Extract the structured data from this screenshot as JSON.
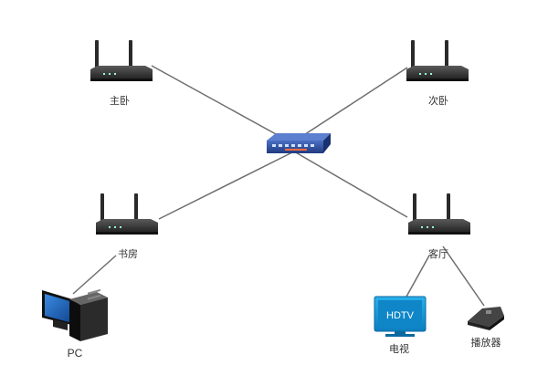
{
  "colors": {
    "link": "#6e6e6e",
    "router_body": "#3a3a3a",
    "router_top": "#555555",
    "switch_body": "#2f4f9e",
    "monitor_blue": "#1a9ad8",
    "pc_blue": "#1565c0"
  },
  "nodes": {
    "master_bedroom": {
      "label": "主卧",
      "icon": "wifi-router-icon"
    },
    "second_bedroom": {
      "label": "次卧",
      "icon": "wifi-router-icon"
    },
    "study": {
      "label": "书房",
      "icon": "wifi-router-icon"
    },
    "living_room": {
      "label": "客厅",
      "icon": "wifi-router-icon"
    },
    "switch": {
      "label": "",
      "icon": "network-switch-icon"
    },
    "pc": {
      "label": "PC",
      "icon": "desktop-pc-icon"
    },
    "tv": {
      "label": "电视",
      "screen_text": "HDTV",
      "icon": "hdtv-icon"
    },
    "player": {
      "label": "播放器",
      "icon": "media-player-icon"
    }
  }
}
